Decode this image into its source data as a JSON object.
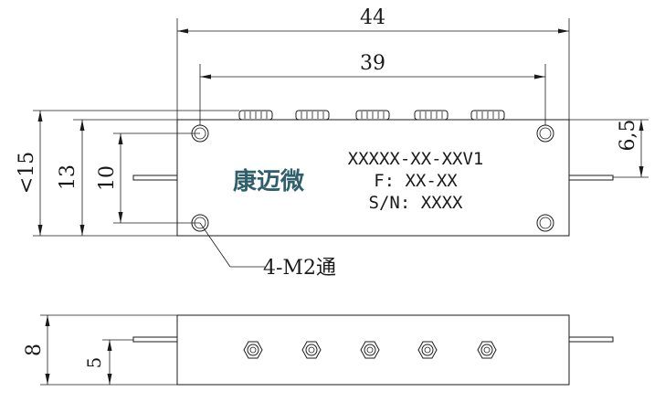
{
  "dimensions": {
    "overall_length": "44",
    "hole_spacing": "39",
    "height_max": "<15",
    "height_body": "13",
    "hole_pitch_vertical": "10",
    "pin_offset": "6,5",
    "side_height": "8",
    "side_pin_height": "5"
  },
  "label": {
    "part_number": "XXXXX-XX-XXV1",
    "frequency": "F: XX-XX",
    "serial": "S/N: XXXX",
    "brand": "康迈微"
  },
  "callout": {
    "holes": "4-M2通"
  }
}
